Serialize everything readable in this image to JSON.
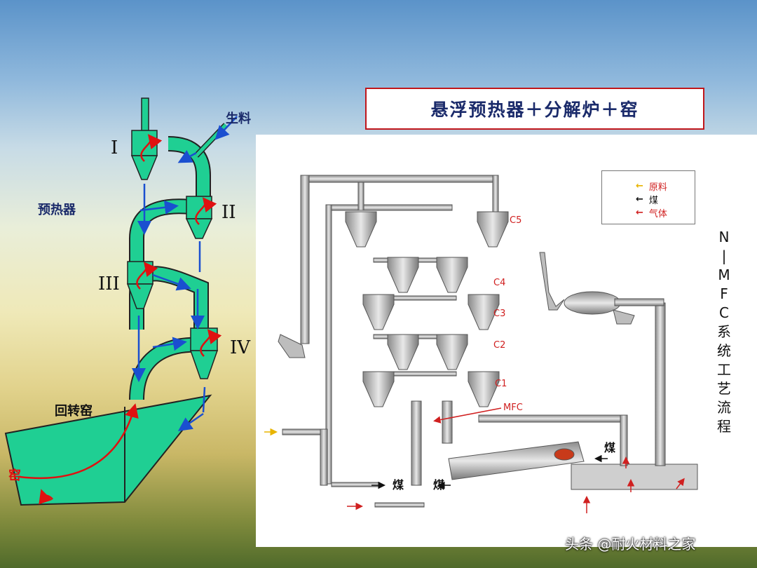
{
  "title": "悬浮预热器＋分解炉＋窑",
  "left_diagram": {
    "raw_material_label": "生料",
    "preheater_label": "预热器",
    "kiln_label": "回转窑",
    "kiln_short": "窑",
    "stages": [
      "I",
      "II",
      "III",
      "IV"
    ]
  },
  "right_diagram": {
    "cyclone_labels": [
      "C5",
      "C4",
      "C3",
      "C2",
      "C1"
    ],
    "mfc_label": "MFC",
    "coal_label": "煤",
    "vertical_title": [
      "N",
      "|",
      "M",
      "F",
      "C",
      "系",
      "统",
      "工",
      "艺",
      "流",
      "程"
    ],
    "legend": [
      {
        "label": "原料",
        "color": "#e8b400",
        "text_color": "#d02020"
      },
      {
        "label": "煤",
        "color": "#111111",
        "text_color": "#111111"
      },
      {
        "label": "气体",
        "color": "#d02020",
        "text_color": "#d02020"
      }
    ]
  },
  "watermark": "头条 @耐火材料之家",
  "colors": {
    "teal": "#1fb88a",
    "flow_red": "#e01010",
    "flow_blue": "#1a4fd0",
    "title_text": "#1a2a6a",
    "title_border": "#c0161b"
  }
}
